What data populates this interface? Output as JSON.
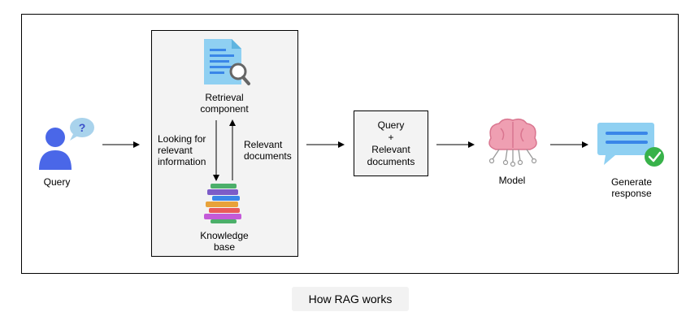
{
  "diagram": {
    "query_label": "Query",
    "question_mark": "?",
    "retrieval_label": "Retrieval\ncomponent",
    "looking_label": "Looking for\nrelevant\ninformation",
    "relevant_docs_label": "Relevant\ndocuments",
    "knowledge_label": "Knowledge\nbase",
    "combined_box": "Query\n+\nRelevant\ndocuments",
    "model_label": "Model",
    "response_label": "Generate\nresponse",
    "caption": "How RAG works"
  },
  "colors": {
    "user": "#4a67e8",
    "bubble": "#a9d3ec",
    "doc": "#8fd0f2",
    "brain": "#ef9fb2",
    "check": "#38b24a"
  },
  "icons": [
    "user-icon",
    "question-bubble-icon",
    "document-search-icon",
    "book-stack-icon",
    "brain-icon",
    "chat-response-icon",
    "check-icon"
  ]
}
